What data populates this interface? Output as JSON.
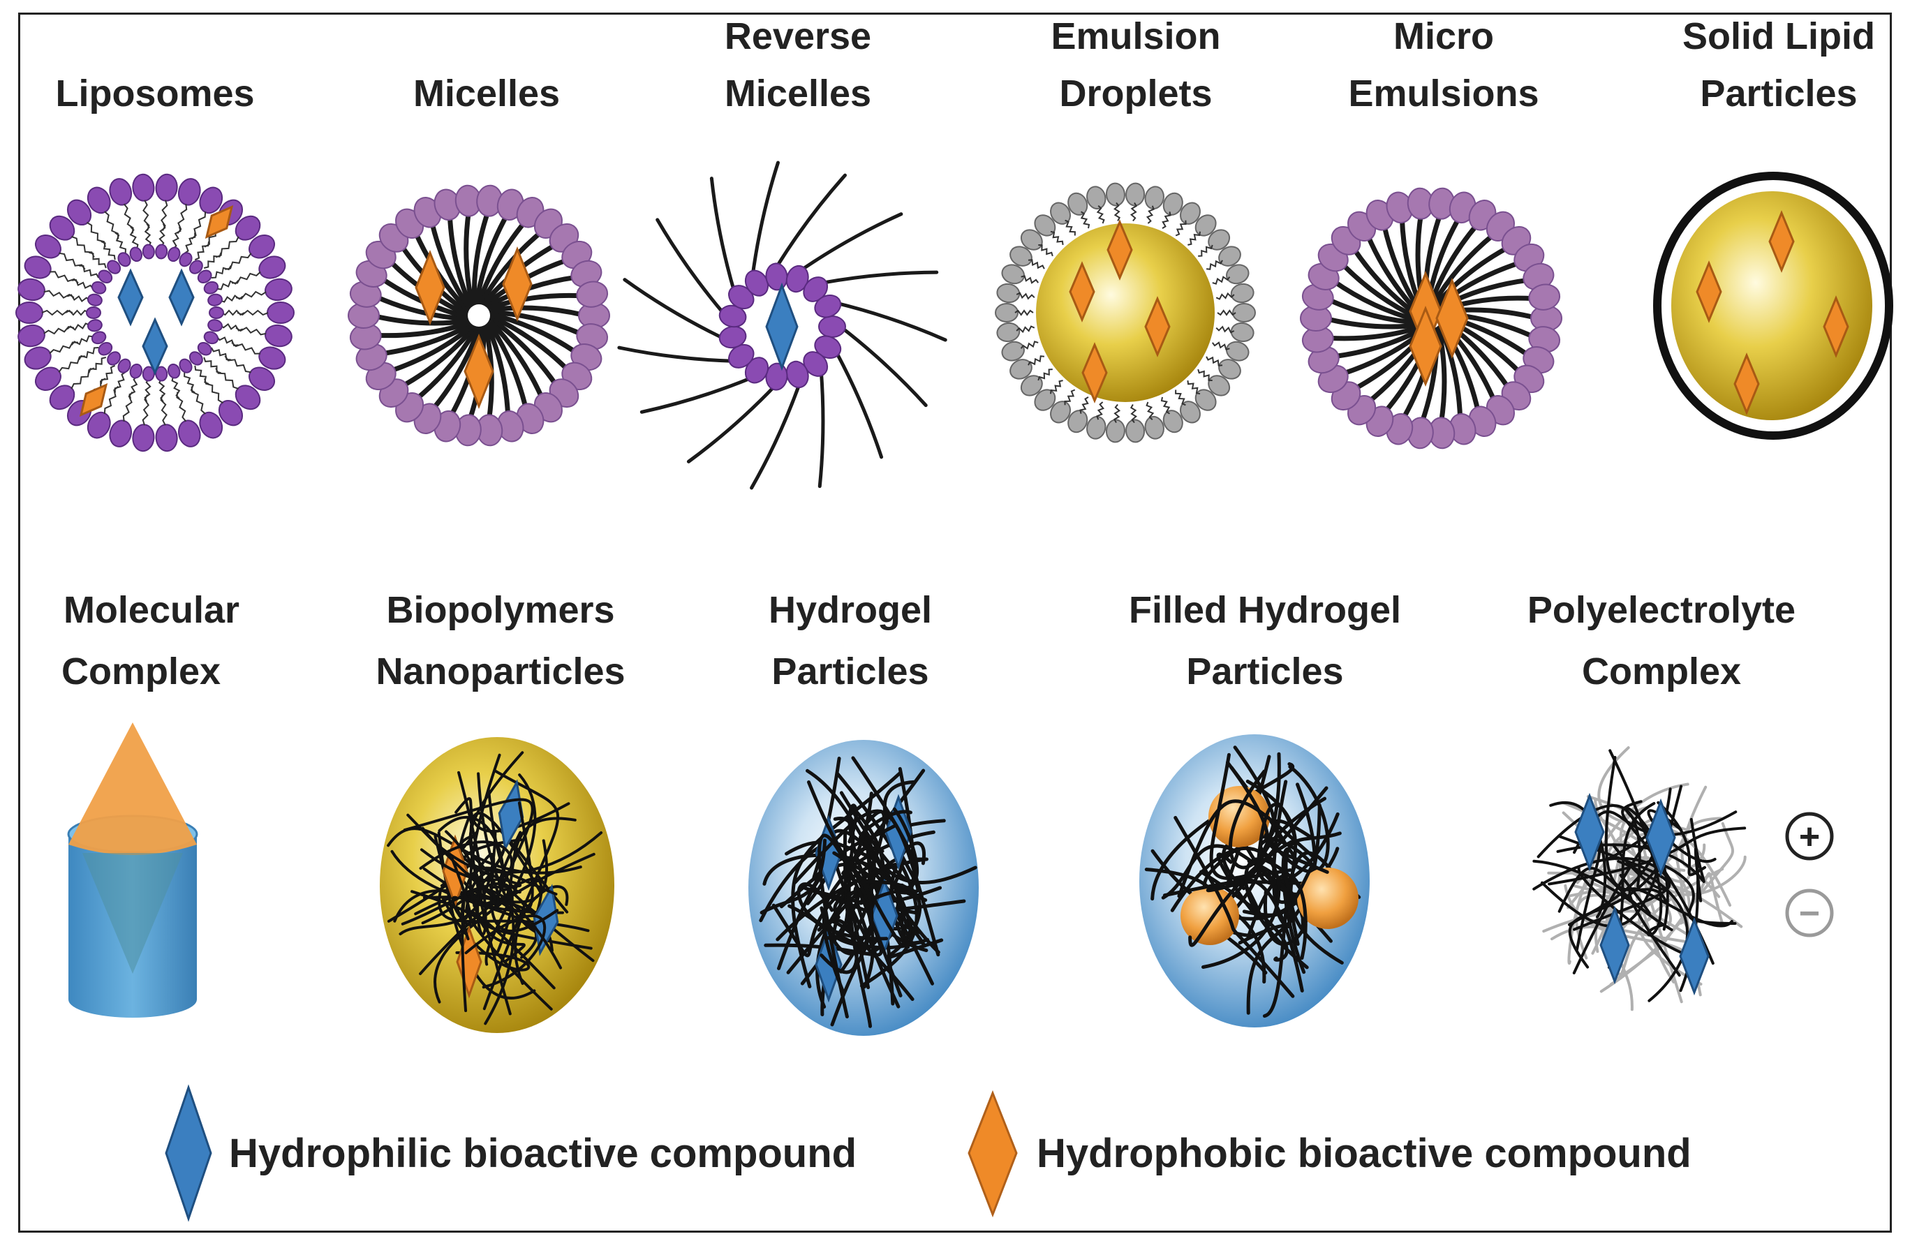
{
  "diagram": {
    "row1": [
      {
        "line1": "",
        "line2": "Liposomes"
      },
      {
        "line1": "",
        "line2": "Micelles"
      },
      {
        "line1": "Reverse",
        "line2": "Micelles"
      },
      {
        "line1": "Emulsion",
        "line2": "Droplets"
      },
      {
        "line1": "Micro",
        "line2": "Emulsions"
      },
      {
        "line1": "Solid Lipid",
        "line2": "Particles"
      }
    ],
    "row2": [
      {
        "line1": "Molecular",
        "line2": "Complex"
      },
      {
        "line1": "Biopolymers",
        "line2": "Nanoparticles"
      },
      {
        "line1": "Hydrogel",
        "line2": "Particles"
      },
      {
        "line1": "Filled Hydrogel",
        "line2": "Particles"
      },
      {
        "line1": "Polyelectrolyte",
        "line2": "Complex"
      }
    ],
    "charges": {
      "plus": "+",
      "minus": "−"
    },
    "legend": {
      "hydrophilic": "Hydrophilic bioactive compound",
      "hydrophobic": "Hydrophobic bioactive compound"
    }
  },
  "colors": {
    "hydrophilic": "#3b7fc0",
    "hydrophobic": "#ef8a28",
    "headgroup": "#a678b0",
    "liposome_head": "#8a4bb2",
    "gold": "#d4b21e",
    "gel_blue": "#4a90c8",
    "grey_head": "#a9a9a9"
  }
}
